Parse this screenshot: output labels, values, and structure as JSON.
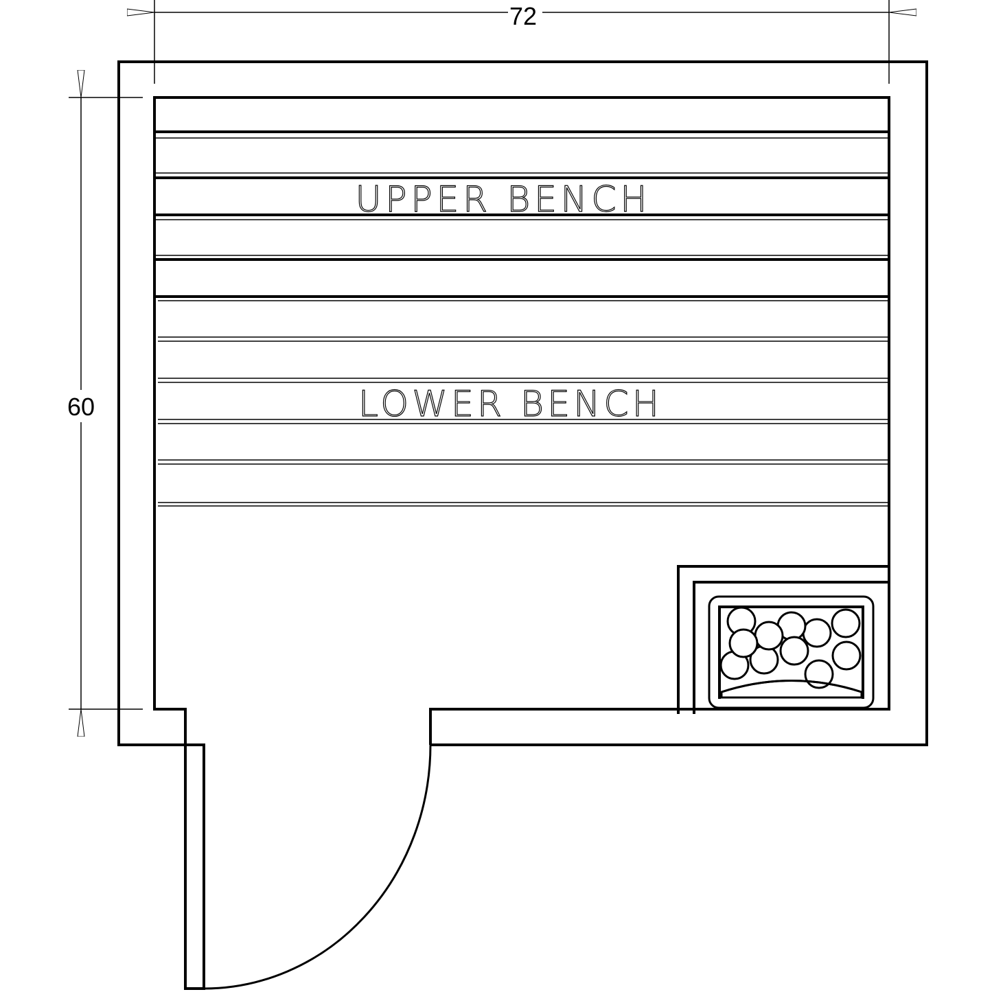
{
  "dimensions": {
    "width_label": "72",
    "depth_label": "60"
  },
  "labels": {
    "upper_bench": "UPPER BENCH",
    "lower_bench": "LOWER BENCH"
  },
  "colors": {
    "line": "#000000",
    "background": "#ffffff"
  }
}
